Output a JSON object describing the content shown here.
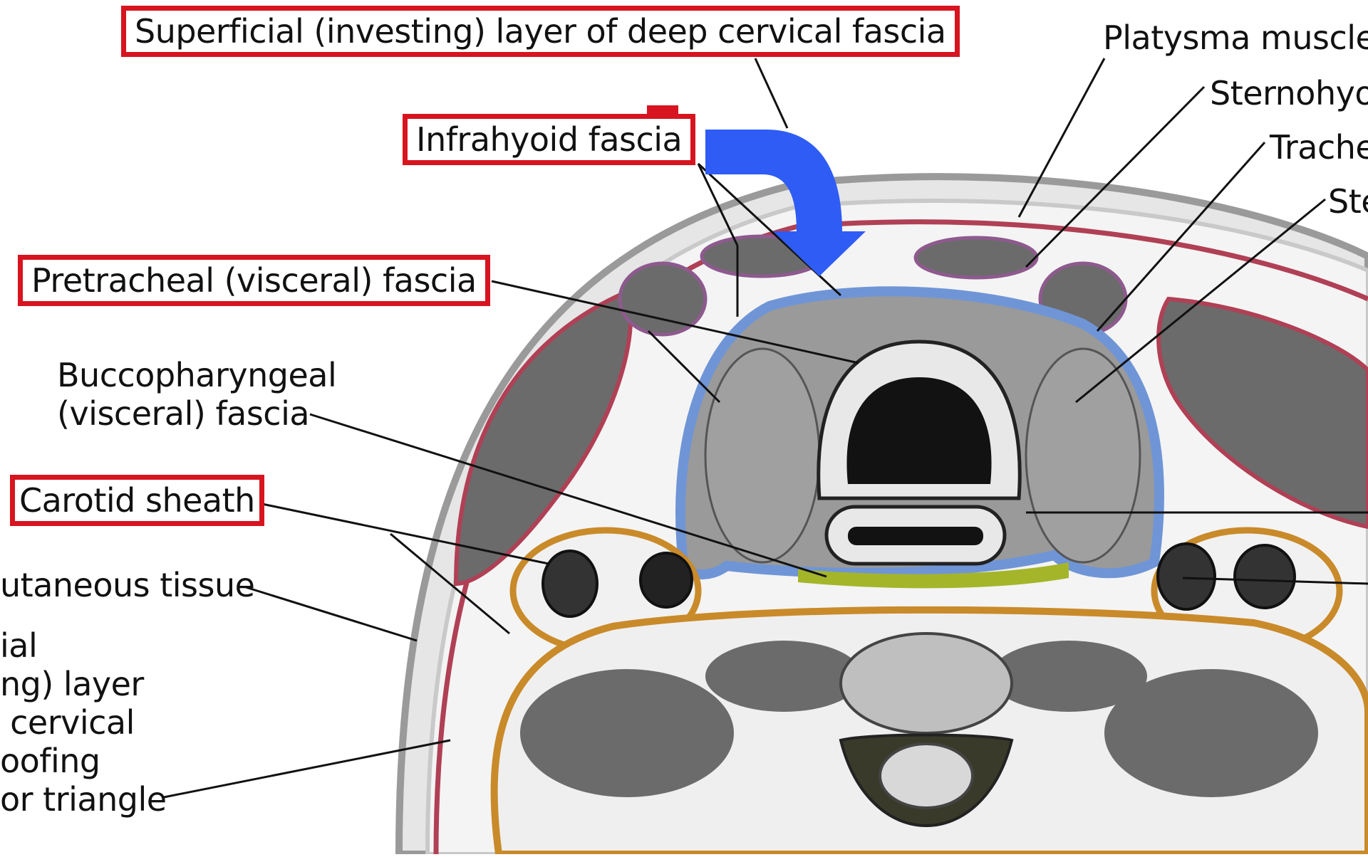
{
  "colors": {
    "highlight_box": "#d7141f",
    "arrow": "#2e5cf5",
    "investing_fascia": "#b04055",
    "pretracheal_fascia": "#6f95d6",
    "carotid_sheath": "#c98a2a",
    "buccopharyngeal": "#a4b52a",
    "muscle": "#6b6b6b",
    "skin": "#d9d9d9"
  },
  "labels": {
    "superficial_investing": "Superficial (investing) layer of deep cervical fascia",
    "infrahyoid": "Infrahyoid fascia",
    "pretracheal": "Pretracheal (visceral) fascia",
    "buccopharyngeal": "Buccopharyngeal\n(visceral) fascia",
    "carotid_sheath": "Carotid sheath",
    "subcutaneous": "utaneous tissue",
    "investing_roof": "ial\nng) layer\n cervical\noofing\nor triangle",
    "platysma": "Platysma muscle",
    "sternohyoid": "Sternohyo",
    "trachea": "Trache",
    "sterno": "Ste"
  },
  "arrow": {
    "icon": "curved-arrow-down-right",
    "points_to": "infrahyoid fascia layer"
  }
}
